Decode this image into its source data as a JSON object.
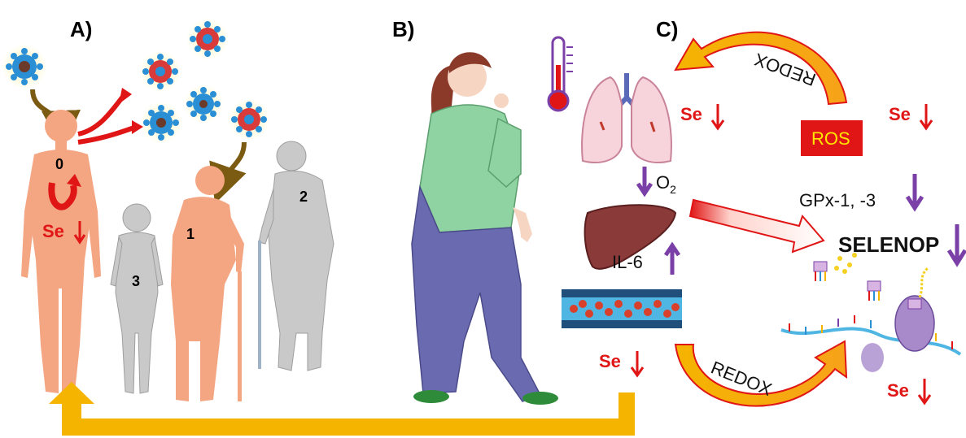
{
  "panels": {
    "a": {
      "label": "A)"
    },
    "b": {
      "label": "B)"
    },
    "c": {
      "label": "C)"
    }
  },
  "persons": {
    "p0": "0",
    "p1": "1",
    "p2": "2",
    "p3": "3"
  },
  "se_label": "Se",
  "markers": {
    "o2": "O",
    "o2_sub": "2",
    "il6": "IL-6",
    "ros": "ROS",
    "gpx": "GPx-1, -3",
    "selenop": "SELENOP",
    "redox_top": "REDOX",
    "redox_bottom": "REDOX"
  },
  "colors": {
    "skin_patient": "#f4a582",
    "grey_figure": "#bdbdbd",
    "down_arrow_red": "#e01616",
    "purple_arrow": "#7b3fa8",
    "yellow_arrow": "#f5b400",
    "ros_box": "#e01616",
    "ros_text": "#ffe600"
  }
}
